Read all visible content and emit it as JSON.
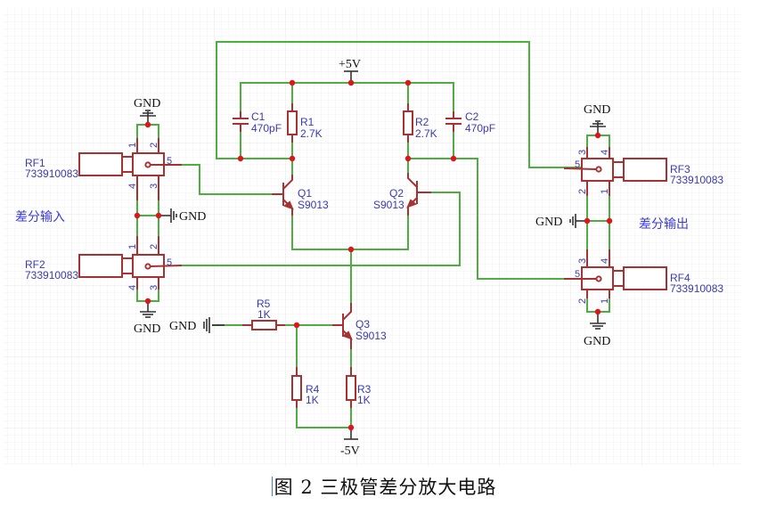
{
  "figure": {
    "caption": "图 2  三极管差分放大电路"
  },
  "power": {
    "vcc_label": "+5V",
    "vee_label": "-5V",
    "gnd_label": "GND"
  },
  "section_labels": {
    "input": "差分输入",
    "output": "差分输出"
  },
  "components": {
    "C1": {
      "ref": "C1",
      "value": "470pF"
    },
    "C2": {
      "ref": "C2",
      "value": "470pF"
    },
    "R1": {
      "ref": "R1",
      "value": "2.7K"
    },
    "R2": {
      "ref": "R2",
      "value": "2.7K"
    },
    "R3": {
      "ref": "R3",
      "value": "1K"
    },
    "R4": {
      "ref": "R4",
      "value": "1K"
    },
    "R5": {
      "ref": "R5",
      "value": "1K"
    },
    "Q1": {
      "ref": "Q1",
      "value": "S9013"
    },
    "Q2": {
      "ref": "Q2",
      "value": "S9013"
    },
    "Q3": {
      "ref": "Q3",
      "value": "S9013"
    },
    "RF1": {
      "ref": "RF1",
      "value": "733910083"
    },
    "RF2": {
      "ref": "RF2",
      "value": "733910083"
    },
    "RF3": {
      "ref": "RF3",
      "value": "733910083"
    },
    "RF4": {
      "ref": "RF4",
      "value": "733910083"
    }
  },
  "pins": {
    "p1": "1",
    "p2": "2",
    "p3": "3",
    "p4": "4",
    "p5": "5"
  },
  "colors": {
    "wire": "#4caf3f",
    "component": "#a83232",
    "junction": "#e0141b",
    "label": "#3a3ab0"
  }
}
